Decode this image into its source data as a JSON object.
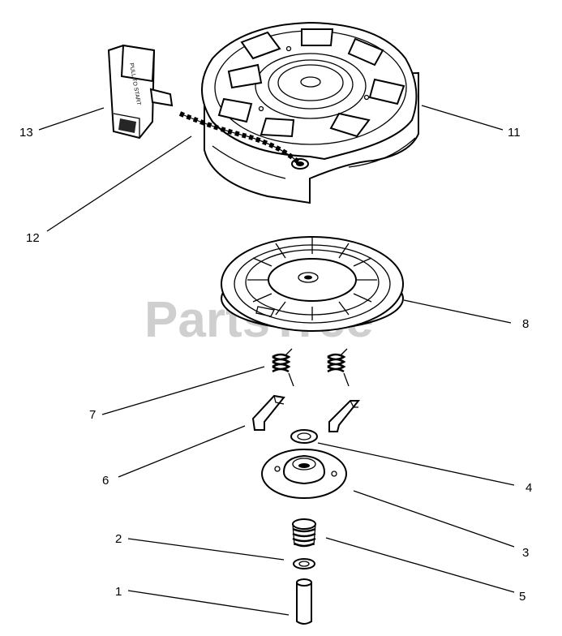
{
  "watermark": "PartsTree",
  "callouts": {
    "c1": "1",
    "c2": "2",
    "c3": "3",
    "c4": "4",
    "c5": "5",
    "c6": "6",
    "c7": "7",
    "c8": "8",
    "c11": "11",
    "c12": "12",
    "c13": "13"
  },
  "handle_text": "PULL TO START"
}
